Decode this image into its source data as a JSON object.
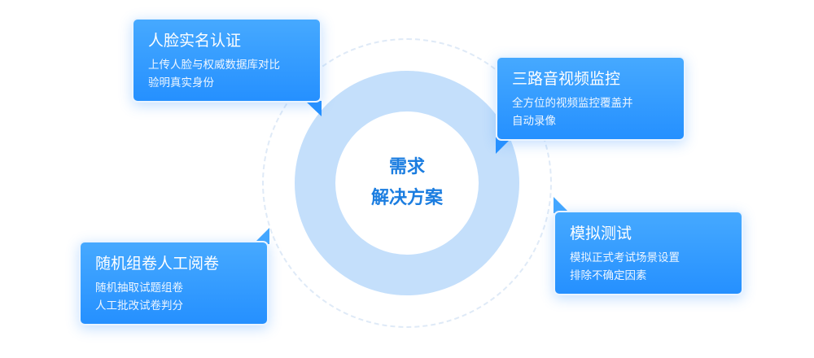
{
  "center": {
    "line1": "需求",
    "line2": "解决方案"
  },
  "cards": [
    {
      "title": "人脸实名认证",
      "desc1": "上传人脸与权威数据库对比",
      "desc2": "验明真实身份"
    },
    {
      "title": "三路音视频监控",
      "desc1": "全方位的视频监控覆盖并",
      "desc2": "自动录像"
    },
    {
      "title": "模拟测试",
      "desc1": "模拟正式考试场景设置",
      "desc2": "排除不确定因素"
    },
    {
      "title": "随机组卷人工阅卷",
      "desc1": "随机抽取试题组卷",
      "desc2": "人工批改试卷判分"
    }
  ],
  "colors": {
    "card_top": "#46a9ff",
    "card_bottom": "#2590ff",
    "ring": "#c4dffb",
    "center_text": "#1b7de0"
  }
}
